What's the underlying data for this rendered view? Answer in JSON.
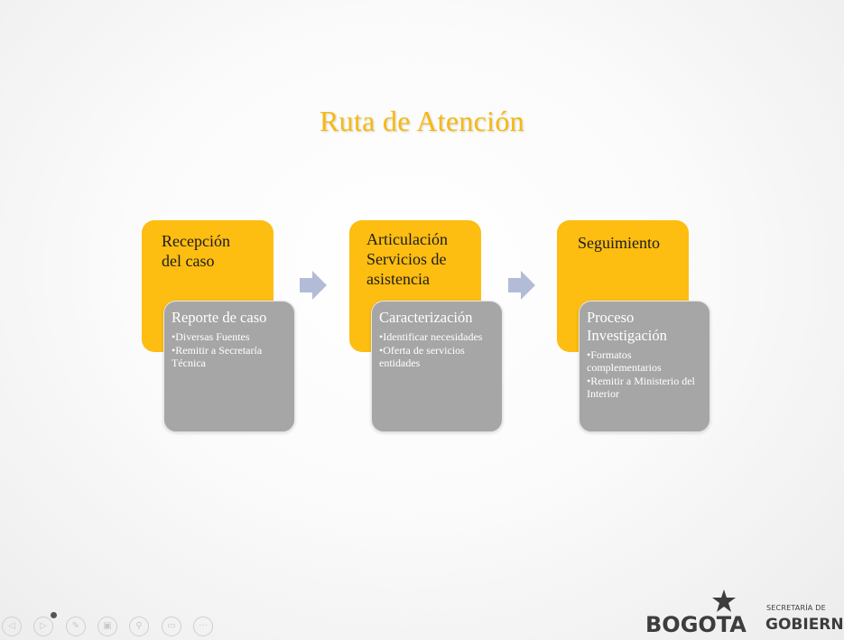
{
  "slide": {
    "title": "Ruta de Atención",
    "steps": [
      {
        "header": "Recepción del caso",
        "sub_title": "Reporte de caso",
        "items": [
          "•Diversas Fuentes",
          "•Remitir a Secretaría Técnica"
        ]
      },
      {
        "header": "Articulación Servicios de asistencia",
        "sub_title": "Caracterización",
        "items": [
          "•Identificar necesidades",
          "•Oferta de servicios entidades"
        ]
      },
      {
        "header": "Seguimiento",
        "sub_title": "Proceso Investigación",
        "items": [
          "•Formatos complementarios",
          "•Remitir a Ministerio del Interior"
        ]
      }
    ]
  },
  "colors": {
    "accent_yellow": "#fdbd11",
    "title_yellow": "#f6b90f",
    "card_gray": "#a6a6a6",
    "arrow_blue": "#b3bcd6"
  },
  "toolbar": {
    "buttons": [
      {
        "name": "previous-slide",
        "icon": "chevron-left-icon",
        "glyph": "◁"
      },
      {
        "name": "next-slide",
        "icon": "play-icon",
        "glyph": "▷"
      },
      {
        "name": "pen-tool",
        "icon": "pen-icon",
        "glyph": "✎"
      },
      {
        "name": "slides-view",
        "icon": "slides-icon",
        "glyph": "▣"
      },
      {
        "name": "zoom",
        "icon": "magnifier-icon",
        "glyph": "⚲"
      },
      {
        "name": "subtitles",
        "icon": "subtitles-icon",
        "glyph": "▭"
      },
      {
        "name": "more-options",
        "icon": "more-icon",
        "glyph": "···"
      }
    ]
  },
  "logos": {
    "bogota": "BOGOTA",
    "secretaria": "SECRETARÍA DE",
    "gobierno": "GOBIERNO"
  }
}
